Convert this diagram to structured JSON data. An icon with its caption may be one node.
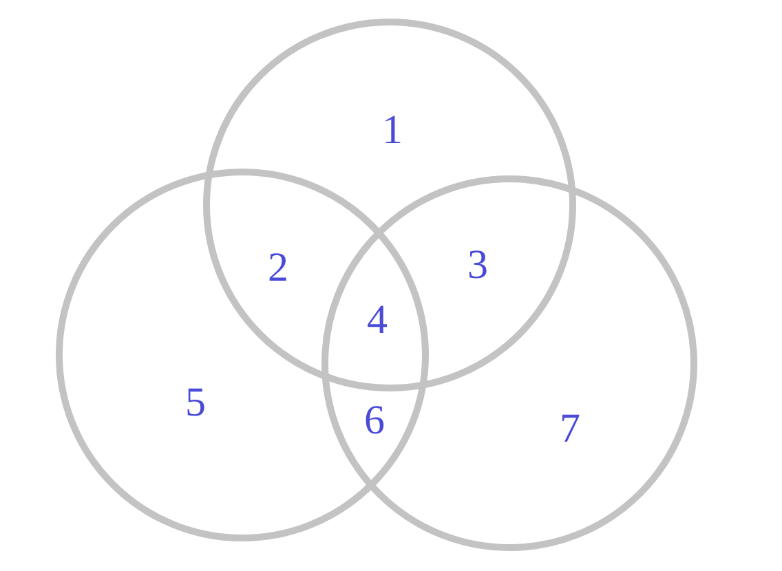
{
  "diagram": {
    "nodes": [
      {
        "text": [],
        "shape": "circle"
      },
      {
        "text": [],
        "shape": "circle"
      },
      {
        "text": [],
        "shape": "circle"
      }
    ],
    "labels": [
      "1",
      "2",
      "3",
      "4",
      "5",
      "6",
      "7"
    ]
  }
}
